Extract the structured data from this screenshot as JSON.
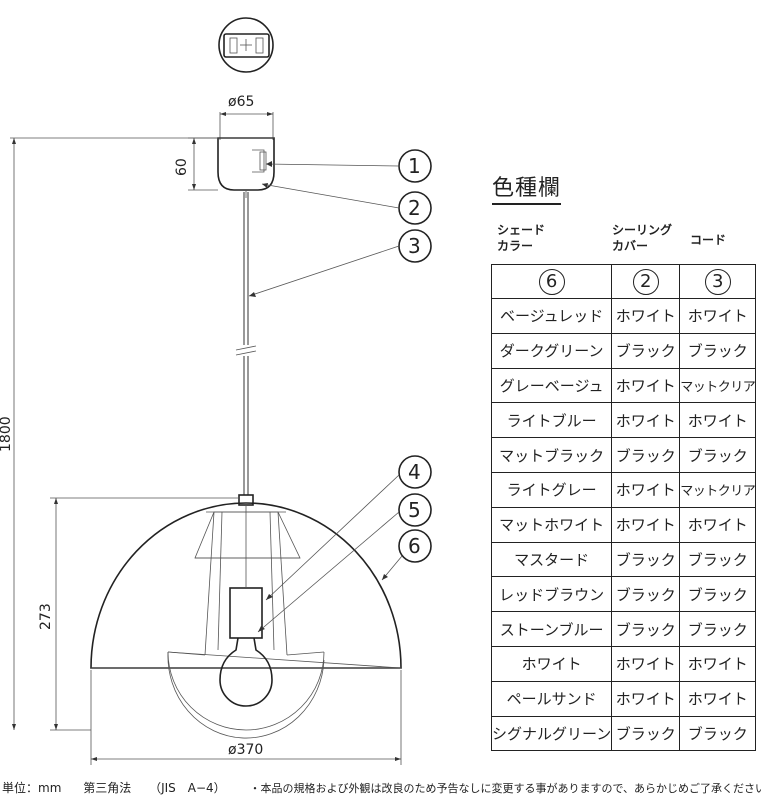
{
  "dimensions": {
    "ceiling_dia": "ø65",
    "canopy_height": "60",
    "total_height": "1800",
    "shade_height": "273",
    "shade_dia": "ø370"
  },
  "callouts": [
    "1",
    "2",
    "3",
    "4",
    "5",
    "6"
  ],
  "table": {
    "title": "色種欄",
    "headers": {
      "shade": "シェード\nカラー",
      "ring": "シーリング\nカバー",
      "cord": "コード"
    },
    "header_numbers": [
      "6",
      "2",
      "3"
    ],
    "rows": [
      [
        "ベージュレッド",
        "ホワイト",
        "ホワイト"
      ],
      [
        "ダークグリーン",
        "ブラック",
        "ブラック"
      ],
      [
        "グレーベージュ",
        "ホワイト",
        "マットクリア"
      ],
      [
        "ライトブルー",
        "ホワイト",
        "ホワイト"
      ],
      [
        "マットブラック",
        "ブラック",
        "ブラック"
      ],
      [
        "ライトグレー",
        "ホワイト",
        "マットクリア"
      ],
      [
        "マットホワイト",
        "ホワイト",
        "ホワイト"
      ],
      [
        "マスタード",
        "ブラック",
        "ブラック"
      ],
      [
        "レッドブラウン",
        "ブラック",
        "ブラック"
      ],
      [
        "ストーンブルー",
        "ブラック",
        "ブラック"
      ],
      [
        "ホワイト",
        "ホワイト",
        "ホワイト"
      ],
      [
        "ペールサンド",
        "ホワイト",
        "ホワイト"
      ],
      [
        "シグナルグリーン",
        "ブラック",
        "ブラック"
      ]
    ]
  },
  "footer": {
    "unit": "単位：mm",
    "method": "第三角法",
    "standard": "（JIS　A−4）",
    "note": "・本品の規格および外観は改良のため予告なしに変更する事がありますので、あらかじめご了承ください。"
  }
}
